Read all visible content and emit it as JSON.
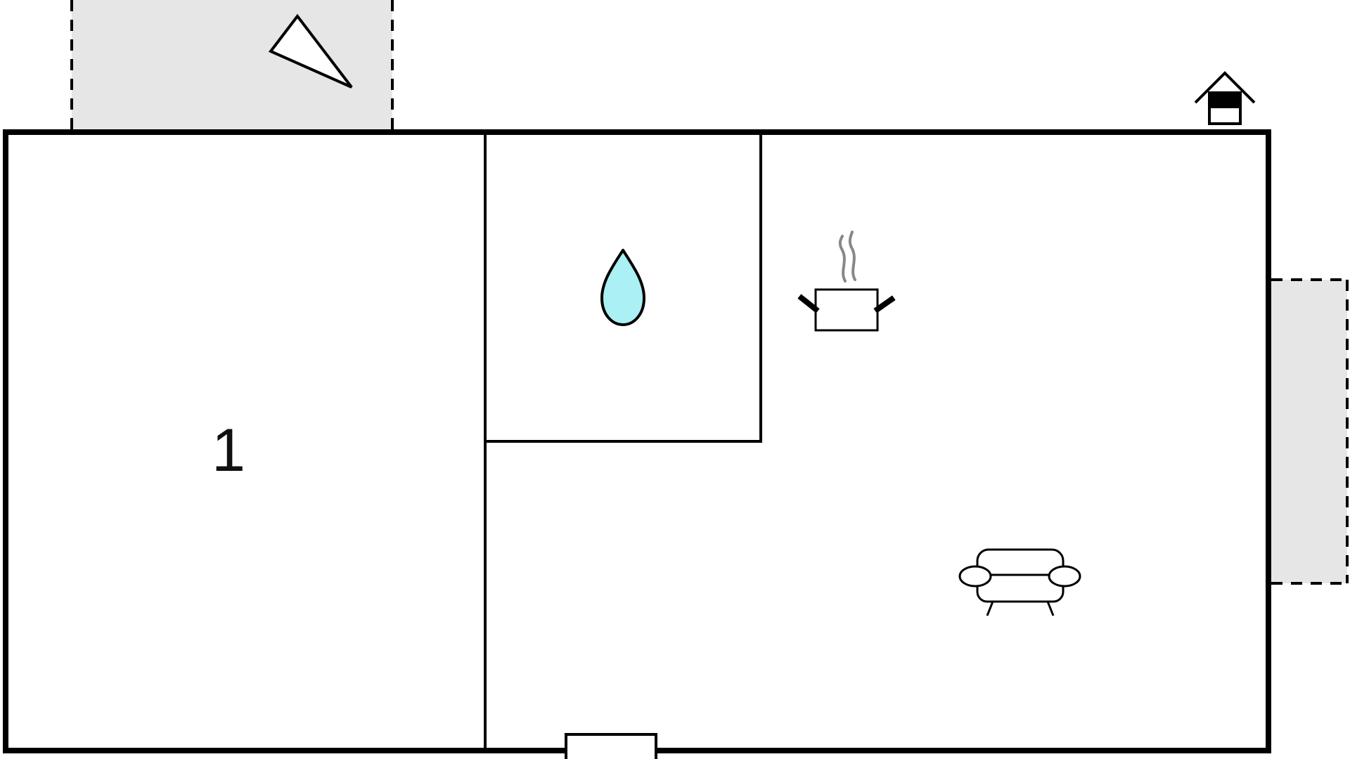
{
  "floor_plan": {
    "rooms": [
      {
        "id": "bedroom",
        "label": "1",
        "type": "bedroom"
      },
      {
        "id": "bathroom",
        "label": "",
        "type": "bathroom",
        "icon": "water-drop-icon"
      },
      {
        "id": "kitchen-living",
        "label": "",
        "type": "kitchen-living",
        "icons": [
          "cooking-pot-icon",
          "sofa-icon"
        ]
      }
    ],
    "outdoor_areas": [
      {
        "id": "terrace-north",
        "type": "terrace",
        "icon": "compass-triangle-icon"
      },
      {
        "id": "terrace-east",
        "type": "terrace"
      }
    ],
    "icons": {
      "entrance": "house-entrance-icon",
      "bathroom": "water-drop-icon",
      "kitchen": "cooking-pot-icon",
      "living": "sofa-icon",
      "orientation": "compass-triangle-icon"
    },
    "colors": {
      "wall": "#000000",
      "outdoor_fill": "#e6e6e6",
      "water_drop": "#aaf0f5",
      "steam": "#888888",
      "background": "#ffffff"
    }
  }
}
